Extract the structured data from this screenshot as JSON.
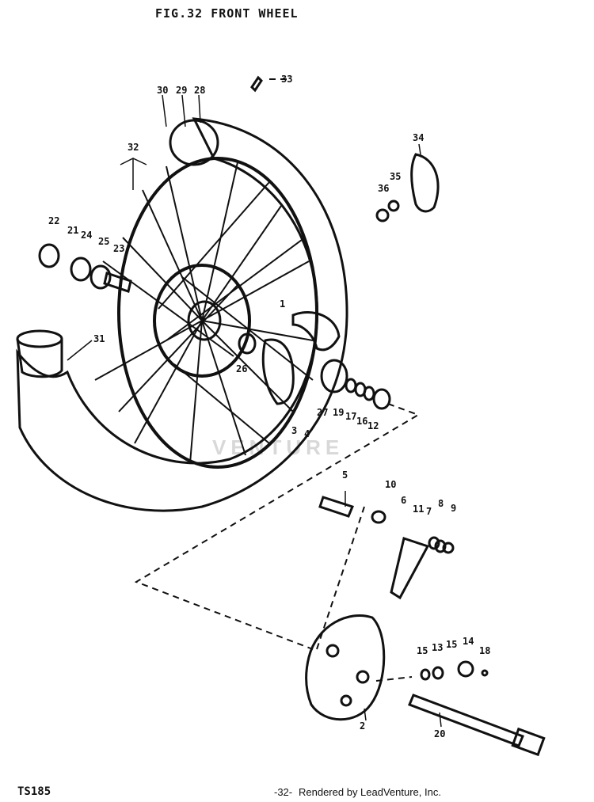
{
  "title": "FIG.32  FRONT WHEEL",
  "model": "TS185",
  "page_number": "-32-",
  "rendered_by": "Rendered by LeadVenture, Inc.",
  "watermark": "VENTURE",
  "callouts": [
    "1",
    "2",
    "3",
    "4",
    "5",
    "6",
    "7",
    "8",
    "9",
    "10",
    "11",
    "12",
    "13",
    "14",
    "15",
    "16",
    "17",
    "18",
    "19",
    "20",
    "21",
    "22",
    "23",
    "24",
    "25",
    "26",
    "27",
    "28",
    "29",
    "30",
    "31",
    "32",
    "33",
    "34",
    "35",
    "36"
  ]
}
